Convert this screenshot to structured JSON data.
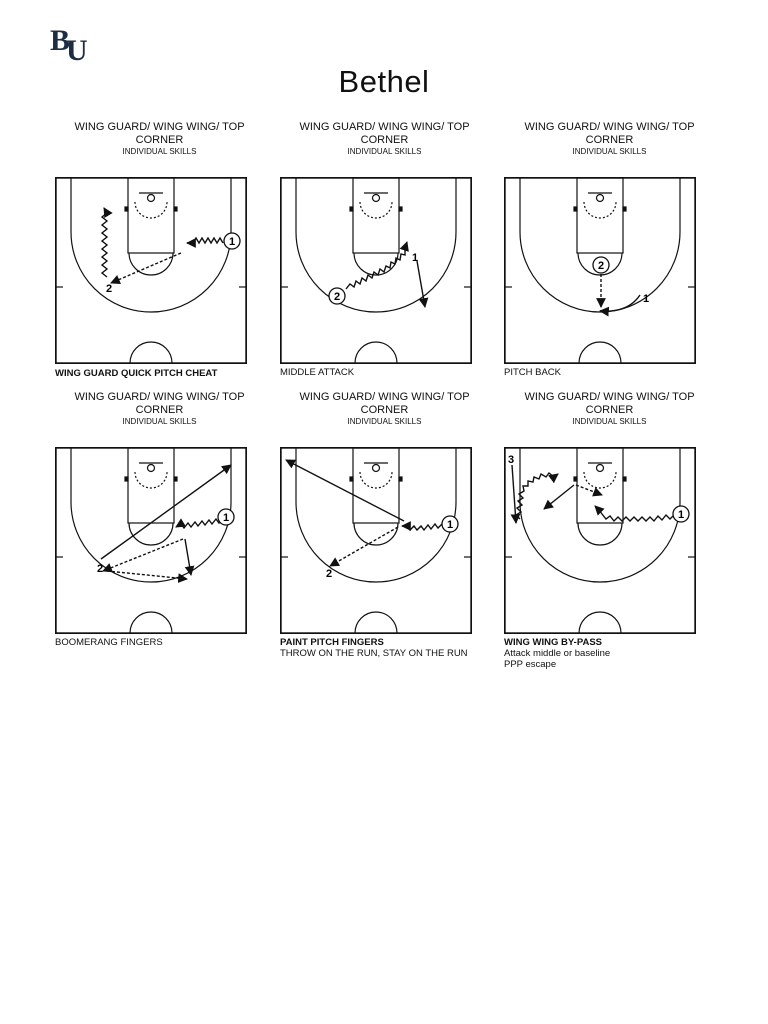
{
  "logo_text": "BU",
  "page_title": "Bethel",
  "panels": [
    {
      "heading": "WING GUARD/ WING WING/ TOP CORNER",
      "subheading": "INDIVIDUAL SKILLS",
      "caption_bold": "WING GUARD QUICK PITCH CHEAT",
      "caption_lines": [
        "",
        ""
      ]
    },
    {
      "heading": "WING GUARD/ WING WING/ TOP CORNER",
      "subheading": "INDIVIDUAL SKILLS",
      "caption_bold": "",
      "caption_lines": [
        "MIDDLE ATTACK",
        ""
      ]
    },
    {
      "heading": "WING GUARD/ WING WING/ TOP CORNER",
      "subheading": "INDIVIDUAL SKILLS",
      "caption_bold": "",
      "caption_lines": [
        "PITCH BACK",
        ""
      ]
    },
    {
      "heading": "WING GUARD/ WING WING/ TOP CORNER",
      "subheading": "INDIVIDUAL SKILLS",
      "caption_bold": "",
      "caption_lines": [
        "BOOMERANG FINGERS",
        ""
      ]
    },
    {
      "heading": "WING GUARD/ WING WING/ TOP CORNER",
      "subheading": "INDIVIDUAL SKILLS",
      "caption_bold": "PAINT PITCH FINGERS",
      "caption_lines": [
        "THROW ON THE RUN, STAY ON THE RUN",
        ""
      ]
    },
    {
      "heading": "WING GUARD/ WING WING/ TOP CORNER",
      "subheading": "INDIVIDUAL SKILLS",
      "caption_bold": "WING WING BY-PASS",
      "caption_lines": [
        "Attack middle or baseline",
        "PPP escape"
      ]
    }
  ],
  "player_labels": {
    "one": "1",
    "two": "2",
    "three": "3"
  },
  "colors": {
    "logo": "#1f2d44",
    "ink": "#111111"
  }
}
